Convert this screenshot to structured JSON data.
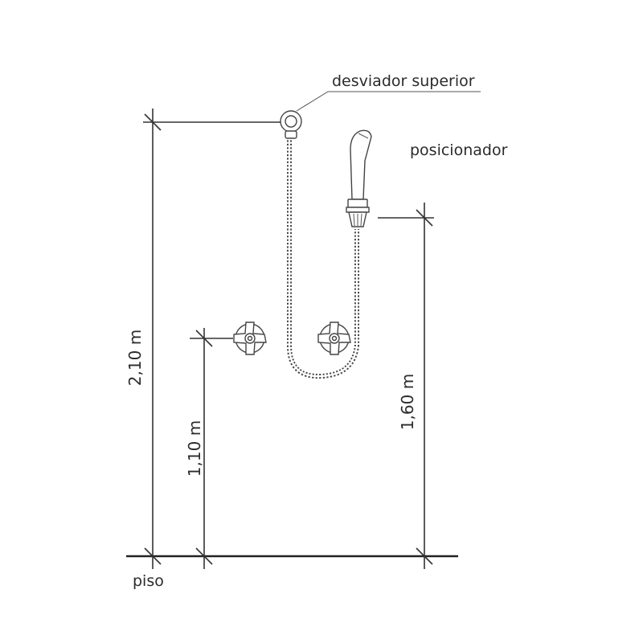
{
  "labels": {
    "upper_diverter": "desviador superior",
    "positioner": "posicionador",
    "floor": "piso"
  },
  "dimensions": {
    "overall_height": "2,10 m",
    "valve_height": "1,10 m",
    "positioner_height": "1,60 m"
  },
  "colors": {
    "line": "#333333",
    "text": "#2b2b2b",
    "background": "#ffffff"
  }
}
